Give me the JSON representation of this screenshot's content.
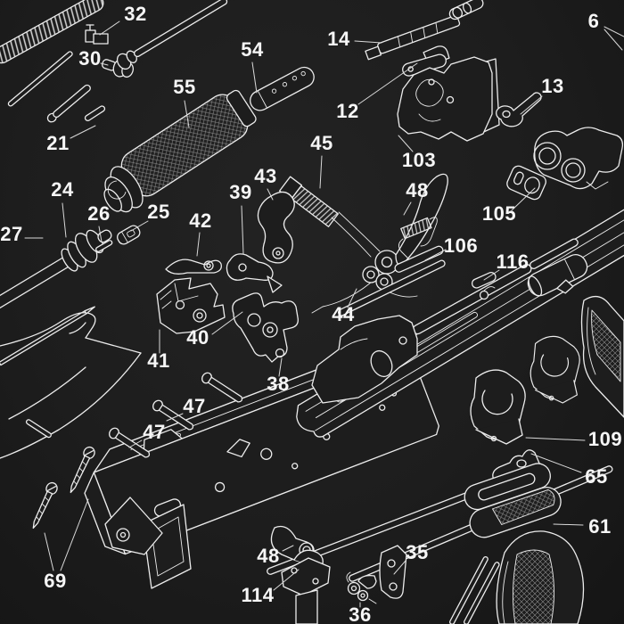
{
  "theme": {
    "background": "#1d1d1d",
    "line": "#ececec",
    "leader": "#d9d9d9",
    "label": "#f6f6f6"
  },
  "diagram": {
    "kind": "exploded rifle parts schematic",
    "style": "white line art on black cloth"
  },
  "labels": {
    "l32": "32",
    "l30": "30",
    "l54": "54",
    "l55": "55",
    "l14": "14",
    "l6": "6",
    "l12": "12",
    "l13": "13",
    "l45": "45",
    "l103": "103",
    "l48a": "48",
    "l105": "105",
    "l106": "106",
    "l116": "116",
    "l21": "21",
    "l24": "24",
    "l26": "26",
    "l25": "25",
    "l27": "27",
    "l42": "42",
    "l39": "39",
    "l43": "43",
    "l44": "44",
    "l40": "40",
    "l41": "41",
    "l38": "38",
    "l47a": "47",
    "l47b": "47",
    "l69": "69",
    "l114": "114",
    "l48b": "48",
    "l35": "35",
    "l36": "36",
    "l109": "109",
    "l65": "65",
    "l61": "61"
  }
}
